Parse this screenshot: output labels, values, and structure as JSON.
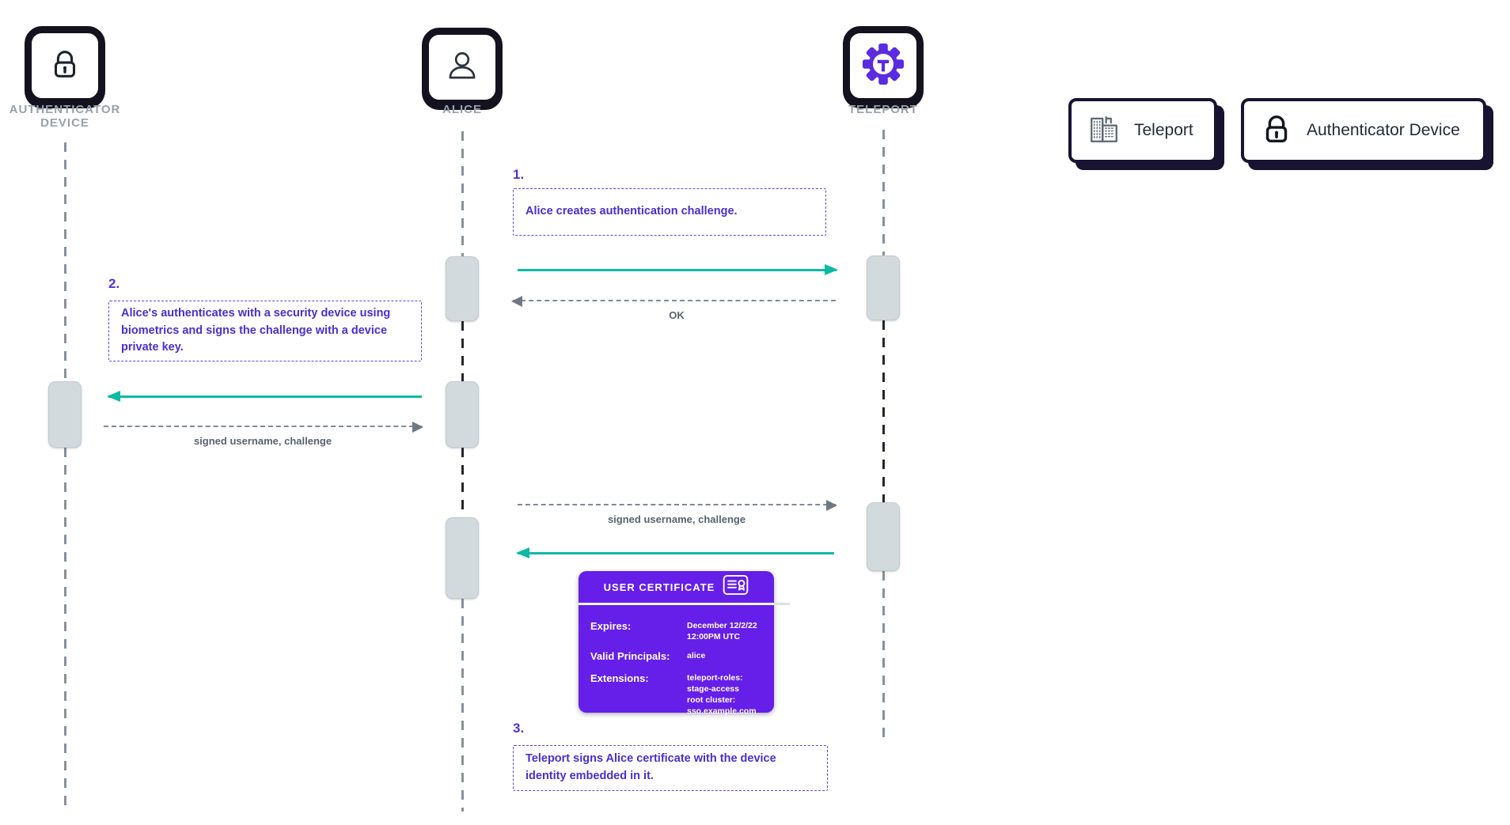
{
  "actors": [
    {
      "id": "authenticator-device",
      "label": "AUTHENTICATOR\nDEVICE",
      "icon": "lock-icon"
    },
    {
      "id": "alice",
      "label": "ALICE",
      "icon": "user-icon"
    },
    {
      "id": "teleport",
      "label": "TELEPORT",
      "icon": "teleport-gear-icon"
    }
  ],
  "steps": [
    {
      "num": "1.",
      "text": "Alice creates authentication challenge."
    },
    {
      "num": "2.",
      "text": "Alice's authenticates with a security device using biometrics and signs the challenge with a device private key."
    },
    {
      "num": "3.",
      "text": "Teleport signs Alice certificate with the device identity embedded in it."
    }
  ],
  "messages": {
    "ok": "OK",
    "signed_username_challenge_1": "signed username, challenge",
    "signed_username_challenge_2": "signed username, challenge"
  },
  "certificate": {
    "title": "USER CERTIFICATE",
    "icon": "certificate-icon",
    "fields": [
      {
        "label": "Expires:",
        "value": "December 12/2/22\n12:00PM UTC"
      },
      {
        "label": "Valid Principals:",
        "value": "alice"
      },
      {
        "label": "Extensions:",
        "value": "teleport-roles:\nstage-access\nroot cluster:\nsso.example.com"
      }
    ]
  },
  "legend": [
    {
      "label": "Teleport",
      "icon": "building-icon"
    },
    {
      "label": "Authenticator Device",
      "icon": "lock-icon"
    }
  ],
  "colors": {
    "accent_teal": "#0DBAA4",
    "step_purple": "#4B2ECD",
    "card_purple": "#651FE8",
    "gray_line": "#7F8A94",
    "dark_line": "#23262E",
    "label_gray": "#97A1AD"
  }
}
